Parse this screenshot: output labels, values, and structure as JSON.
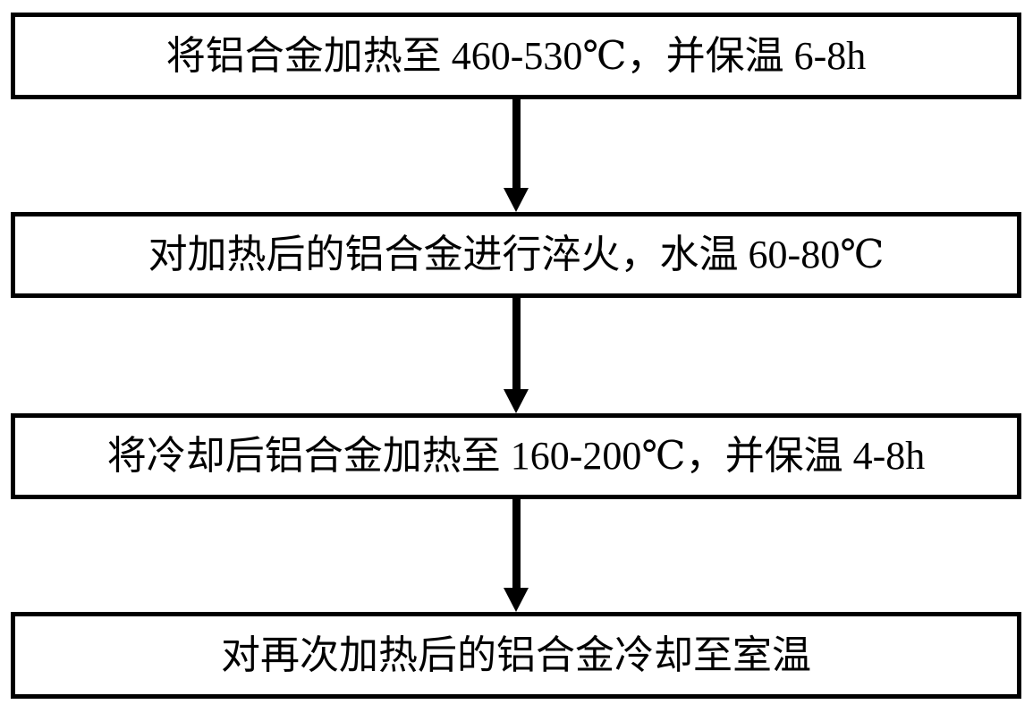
{
  "diagram": {
    "type": "flowchart",
    "direction": "top-down",
    "title": "",
    "colors": {
      "box_border": "#000000",
      "box_fill": "#ffffff",
      "text": "#000000",
      "arrow": "#000000",
      "background": "#ffffff"
    },
    "steps": [
      {
        "id": 1,
        "label": "将铝合金加热至 460-530℃，并保温 6-8h"
      },
      {
        "id": 2,
        "label": "对加热后的铝合金进行淬火，水温 60-80℃"
      },
      {
        "id": 3,
        "label": "将冷却后铝合金加热至 160-200℃，并保温 4-8h"
      },
      {
        "id": 4,
        "label": "对再次加热后的铝合金冷却至室温"
      }
    ],
    "connectors": [
      {
        "from": 1,
        "to": 2,
        "style": "solid-arrow-down"
      },
      {
        "from": 2,
        "to": 3,
        "style": "solid-arrow-down"
      },
      {
        "from": 3,
        "to": 4,
        "style": "solid-arrow-down"
      }
    ]
  }
}
